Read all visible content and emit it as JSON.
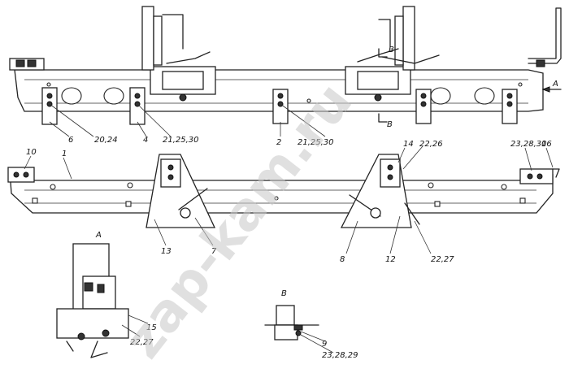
{
  "callouts": {
    "c1": "1",
    "c2": "2",
    "c4": "4",
    "c6": "6",
    "c7": "7",
    "c8": "8",
    "c9": "9",
    "c10": "10",
    "c12": "12",
    "c13": "13",
    "c14": "14",
    "c15": "15",
    "c16": "16",
    "c20_24": "20,24",
    "c21_25_30_a": "21,25,30",
    "c21_25_30_b": "21,25,30",
    "c22_26": "22,26",
    "c22_27_a": "22,27",
    "c22_27_b": "22,27",
    "c23_28_30": "23,28,30",
    "c23_28_29": "23,28,29"
  },
  "views": {
    "view_a_label": "А",
    "view_b_label": "В",
    "section_b_top": "В",
    "section_b_bottom": "В",
    "arrow_a": "А"
  },
  "watermark": "zap-kam.ru"
}
